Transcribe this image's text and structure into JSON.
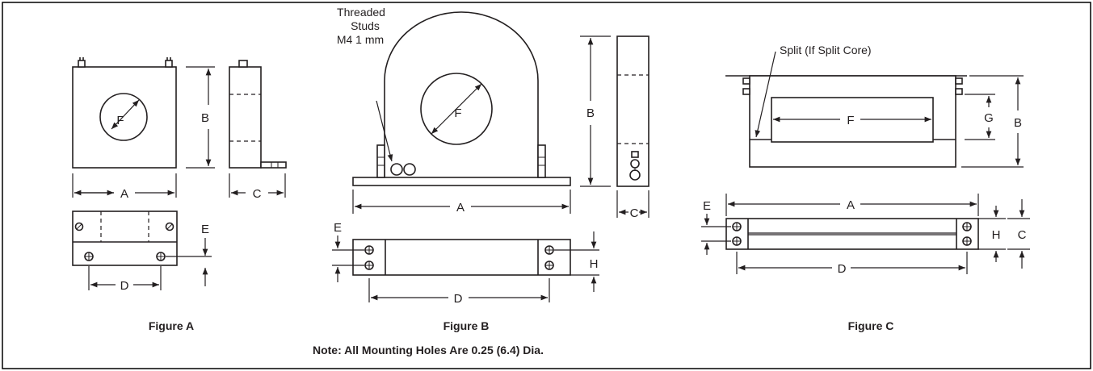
{
  "figures": {
    "a": {
      "caption": "Figure A",
      "dims": {
        "A": "A",
        "B": "B",
        "C": "C",
        "D": "D",
        "E": "E",
        "F": "F"
      }
    },
    "b": {
      "caption": "Figure B",
      "studs_label": [
        "Threaded",
        "Studs",
        "M4 1 mm"
      ],
      "dims": {
        "A": "A",
        "B": "B",
        "C": "C",
        "D": "D",
        "E": "E",
        "F": "F",
        "H": "H"
      }
    },
    "c": {
      "caption": "Figure C",
      "split_label": "Split (If Split Core)",
      "dims": {
        "A": "A",
        "B": "B",
        "C": "C",
        "D": "D",
        "E": "E",
        "F": "F",
        "G": "G",
        "H": "H"
      }
    }
  },
  "note": "Note: All Mounting Holes Are 0.25 (6.4) Dia.",
  "colors": {
    "line": "#231f20",
    "border": "#000000",
    "background": "#ffffff"
  }
}
